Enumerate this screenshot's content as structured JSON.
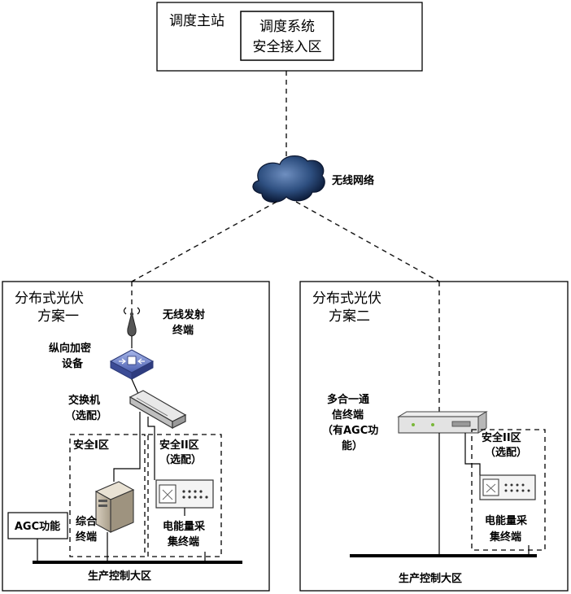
{
  "master_station": {
    "title": "调度主站",
    "inner_line1": "调度系统",
    "inner_line2": "安全接入区"
  },
  "network": {
    "label": "无线网络"
  },
  "scheme1": {
    "title_line1": "分布式光伏",
    "title_line2": "方案一",
    "transmitter_line1": "无线发射",
    "transmitter_line2": "终端",
    "encrypt_line1": "纵向加密",
    "encrypt_line2": "设备",
    "switch_line1": "交换机",
    "switch_line2": "（选配）",
    "zone1": "安全I区",
    "zone2_line1": "安全II区",
    "zone2_line2": "（选配）",
    "agc": "AGC功能",
    "integrated_line1": "综合",
    "integrated_line2": "终端",
    "meter_line1": "电能量采",
    "meter_line2": "集终端",
    "bus": "生产控制大区"
  },
  "scheme2": {
    "title_line1": "分布式光伏",
    "title_line2": "方案二",
    "comm_line1": "多合一通",
    "comm_line2": "信终端",
    "comm_line3": "（有AGC功",
    "comm_line4": "能）",
    "zone2_line1": "安全II区",
    "zone2_line2": "（选配）",
    "meter_line1": "电能量采",
    "meter_line2": "集终端",
    "bus": "生产控制大区"
  }
}
